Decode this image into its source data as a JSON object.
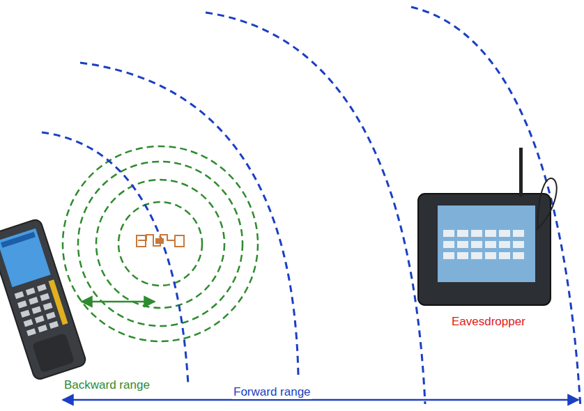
{
  "diagram": {
    "labels": [
      "Backward range",
      "Forward range",
      "Eavesdropper"
    ]
  }
}
